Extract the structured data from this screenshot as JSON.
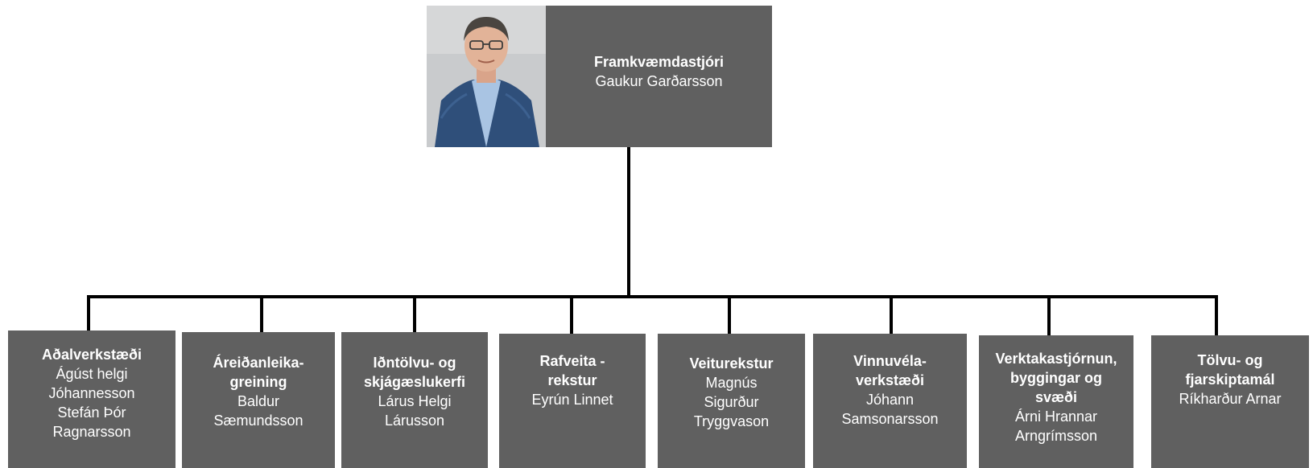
{
  "ceo": {
    "title": "Framkvæmdastjóri",
    "name": "Gaukur Garðarsson"
  },
  "departments": [
    {
      "title": "Aðalverkstæði",
      "names": [
        "Ágúst helgi",
        "Jóhannesson",
        "Stefán Þór",
        "Ragnarsson"
      ]
    },
    {
      "title_lines": [
        "Áreiðanleika-",
        "greining"
      ],
      "names": [
        "Baldur",
        "Sæmundsson"
      ]
    },
    {
      "title_lines": [
        "Iðntölvu- og",
        "skjágæslukerfi"
      ],
      "names": [
        "Lárus Helgi",
        "Lárusson"
      ]
    },
    {
      "title_lines": [
        "Rafveita -",
        "rekstur"
      ],
      "names": [
        "Eyrún Linnet"
      ]
    },
    {
      "title": "Veiturekstur",
      "names": [
        "Magnús",
        "Sigurður",
        "Tryggvason"
      ]
    },
    {
      "title_lines": [
        "Vinnuvéla-",
        "verkstæði"
      ],
      "names": [
        "Jóhann",
        "Samsonarsson"
      ]
    },
    {
      "title_lines": [
        "Verktakastjórnun,",
        "byggingar og",
        "svæði"
      ],
      "names": [
        "Árni Hrannar",
        "Arngrímsson"
      ]
    },
    {
      "title_lines": [
        "Tölvu- og",
        "fjarskiptamál"
      ],
      "names": [
        "Ríkharður Arnar"
      ]
    }
  ],
  "colors": {
    "box": "#606060",
    "connector": "#000000",
    "text": "#ffffff"
  }
}
